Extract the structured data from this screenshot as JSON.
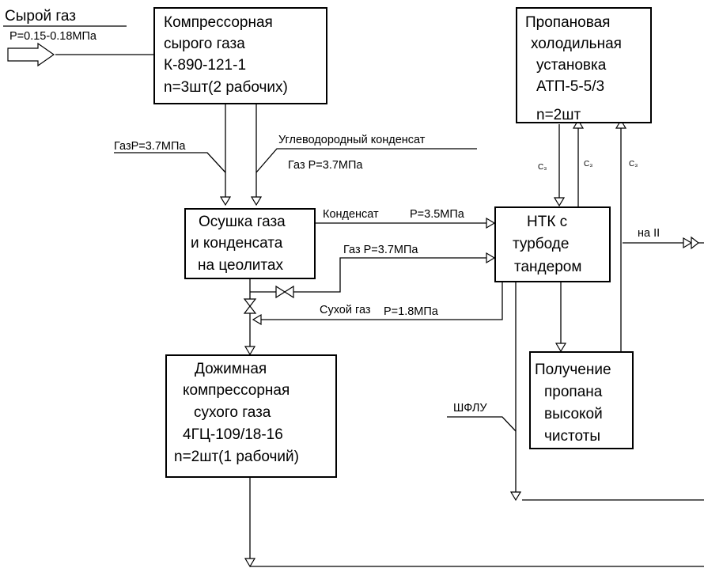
{
  "inputs": {
    "raw_gas": "Сырой газ",
    "raw_gas_pressure": "P=0.15-0.18МПа"
  },
  "blocks": {
    "raw_compressor": [
      "Компрессорная",
      "сырого газа",
      "К-890-121-1",
      "n=3шт(2 рабочих)"
    ],
    "propane_unit": [
      "Пропановая",
      "холодильная",
      "установка",
      "АТП-5-5/3",
      "n=2шт"
    ],
    "dehydration": [
      "Осушка газа",
      "и конденсата",
      "на цеолитах"
    ],
    "ntk": [
      "НТК с",
      "турбоде",
      "тандером"
    ],
    "booster": [
      "Дожимная",
      "компрессорная",
      "сухого газа",
      "4ГЦ-109/18-16",
      "n=2шт(1 рабочий)"
    ],
    "propane_purity": [
      "Получение",
      "пропана",
      "высокой",
      "чистоты"
    ]
  },
  "flow_labels": {
    "gas_left": "ГазP=3.7МПа",
    "hc_condensate": "Углеводородный конденсат",
    "gas_right": "Газ P=3.7МПа",
    "condensate": "Конденсат",
    "condensate_pressure": "P=3.5МПа",
    "gas_to_ntk": "Газ P=3.7МПа",
    "dry_gas": "Сухой газ",
    "dry_gas_pressure": "P=1.8МПа",
    "to_second": "на II",
    "ngl": "ШФЛУ",
    "c3_1": "С₃",
    "c3_2": "С₃",
    "c3_3": "С₃"
  }
}
